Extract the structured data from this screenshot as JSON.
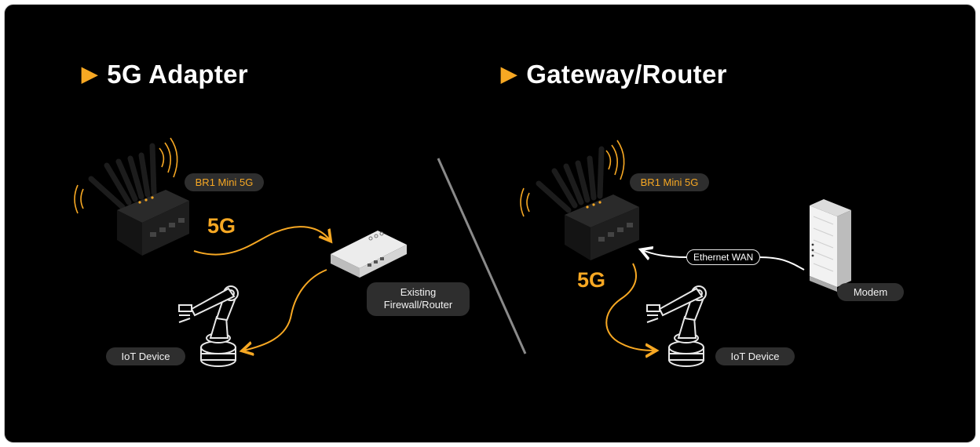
{
  "left_panel": {
    "heading": "5G Adapter",
    "device_label": "BR1 Mini 5G",
    "link_label": "5G",
    "firewall_label_line1": "Existing",
    "firewall_label_line2": "Firewall/Router",
    "iot_label": "IoT Device"
  },
  "right_panel": {
    "heading": "Gateway/Router",
    "device_label": "BR1 Mini 5G",
    "link_label": "5G",
    "wan_label": "Ethernet WAN",
    "modem_label": "Modem",
    "iot_label": "IoT Device"
  },
  "colors": {
    "accent": "#f7a823",
    "background": "#000000",
    "pill": "#2e2e2e"
  },
  "icons": [
    "play-triangle-icon",
    "router-icon",
    "firewall-box-icon",
    "robot-arm-icon",
    "modem-icon",
    "signal-waves-icon"
  ]
}
